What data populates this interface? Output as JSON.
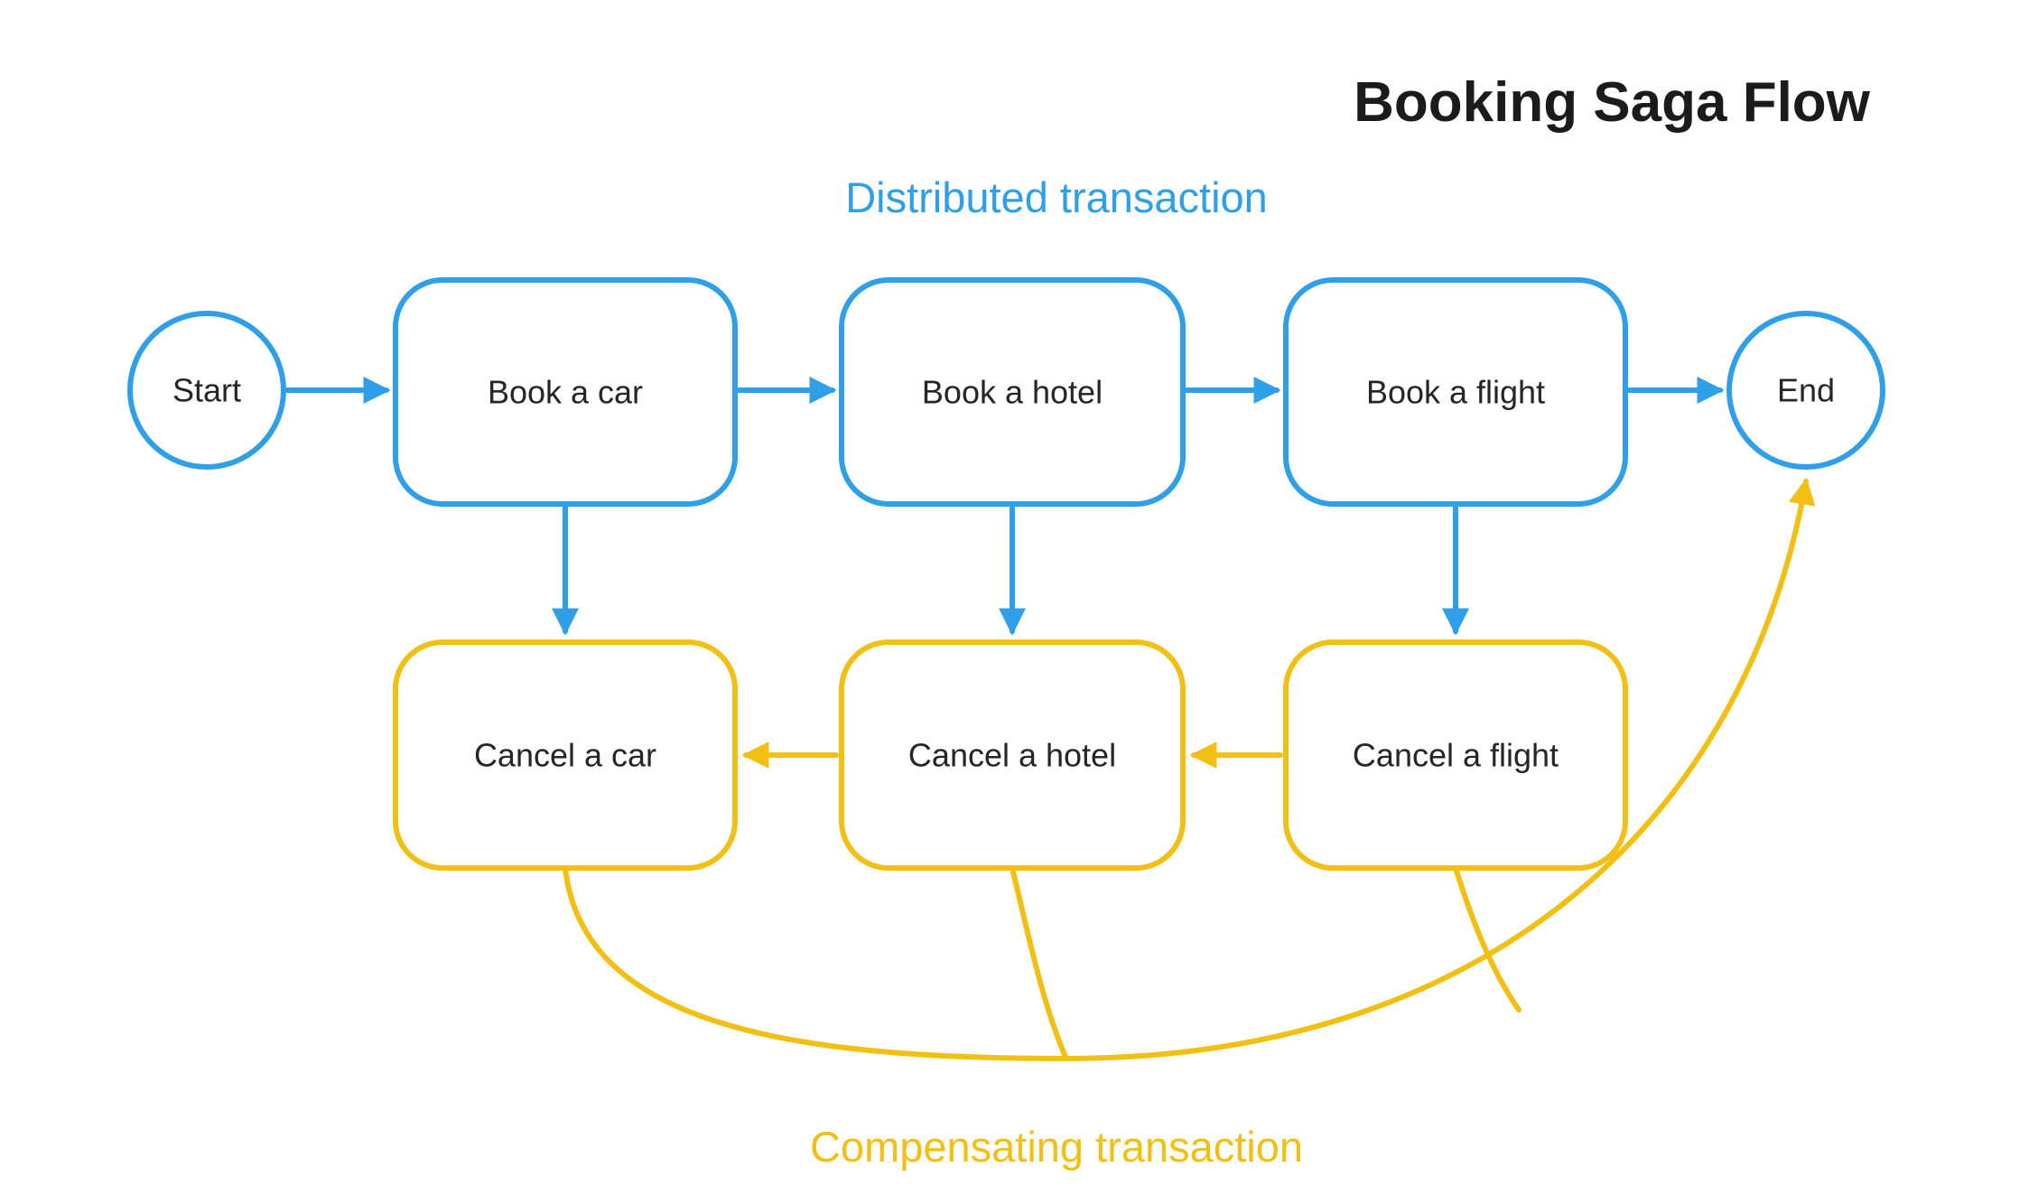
{
  "title": "Booking Saga Flow",
  "sections": {
    "distributed": {
      "label": "Distributed transaction"
    },
    "compensating": {
      "label": "Compensating transaction"
    }
  },
  "nodes": {
    "start": "Start",
    "end": "End",
    "book_car": "Book a car",
    "book_hotel": "Book a hotel",
    "book_flight": "Book a flight",
    "cancel_car": "Cancel a car",
    "cancel_hotel": "Cancel a hotel",
    "cancel_flight": "Cancel a flight"
  },
  "colors": {
    "blue": "#2F9FE8",
    "yellow": "#F2C014",
    "text": "#262626",
    "background": "#FFFFFF"
  }
}
